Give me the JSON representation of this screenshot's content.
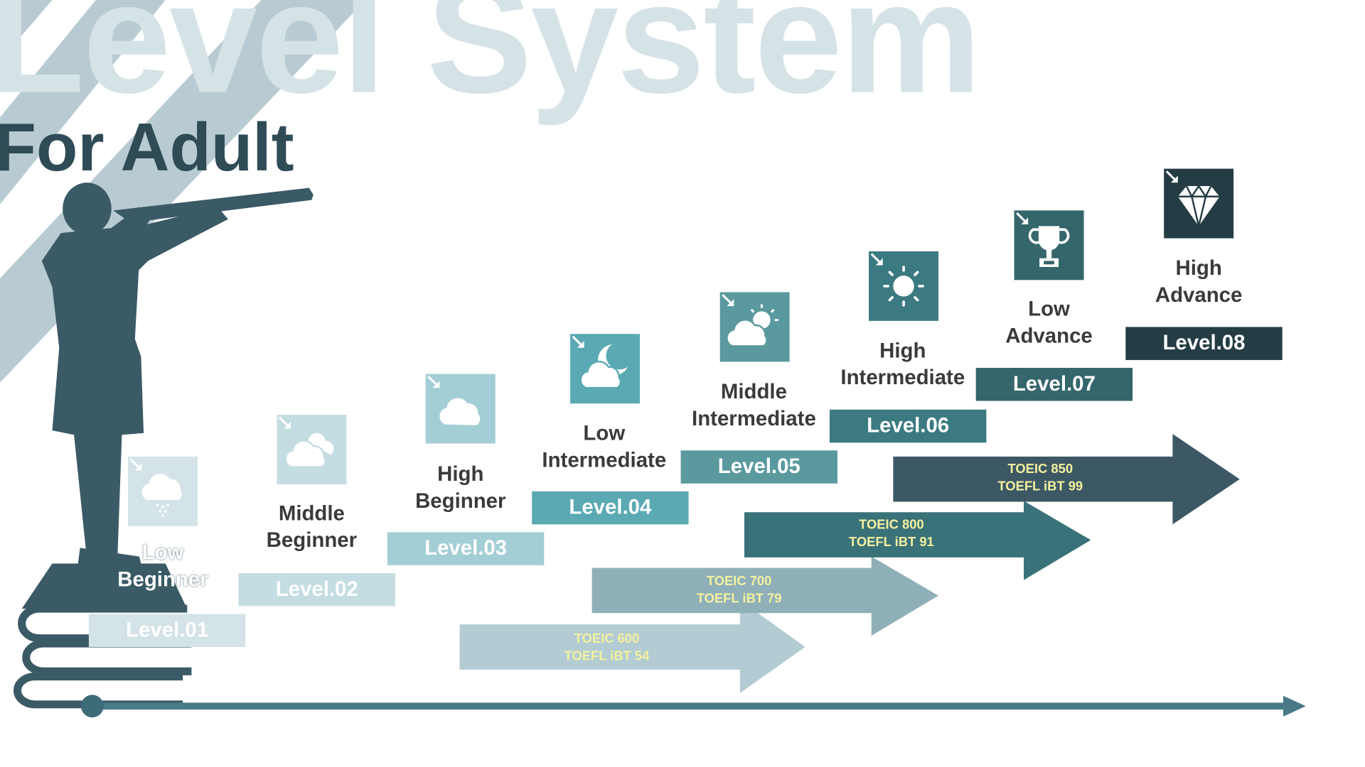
{
  "title": "Level System",
  "subtitle": "For Adult",
  "levels": [
    {
      "name": "Low\nBeginner",
      "level": "Level.01",
      "icon": "cloud-rain-icon",
      "color": "#d3e3e7"
    },
    {
      "name": "Middle\nBeginner",
      "level": "Level.02",
      "icon": "clouds-icon",
      "color": "#c4dde2"
    },
    {
      "name": "High\nBeginner",
      "level": "Level.03",
      "icon": "cloud-icon",
      "color": "#a3ced5"
    },
    {
      "name": "Low\nIntermediate",
      "level": "Level.04",
      "icon": "moon-cloud-icon",
      "color": "#5aa9b3"
    },
    {
      "name": "Middle\nIntermediate",
      "level": "Level.05",
      "icon": "sun-cloud-icon",
      "color": "#5a9a9f"
    },
    {
      "name": "High\nIntermediate",
      "level": "Level.06",
      "icon": "sun-icon",
      "color": "#3b7a81"
    },
    {
      "name": "Low\nAdvance",
      "level": "Level.07",
      "icon": "trophy-icon",
      "color": "#34666c"
    },
    {
      "name": "High\nAdvance",
      "level": "Level.08",
      "icon": "diamond-icon",
      "color": "#243d45"
    }
  ],
  "scores": [
    {
      "toeic": "TOEIC 600",
      "toefl": "TOEFL iBT 54",
      "color": "#b3ccd3"
    },
    {
      "toeic": "TOEIC 700",
      "toefl": "TOEFL iBT 79",
      "color": "#8fb0b9"
    },
    {
      "toeic": "TOEIC 800",
      "toefl": "TOEFL iBT 91",
      "color": "#3a7279"
    },
    {
      "toeic": "TOEIC 850",
      "toefl": "TOEFL iBT 99",
      "color": "#3c5864"
    }
  ],
  "colors": {
    "text_yellow": "#f3f1a0",
    "axis": "#4a7a88",
    "silhouette": "#3a5a66"
  }
}
